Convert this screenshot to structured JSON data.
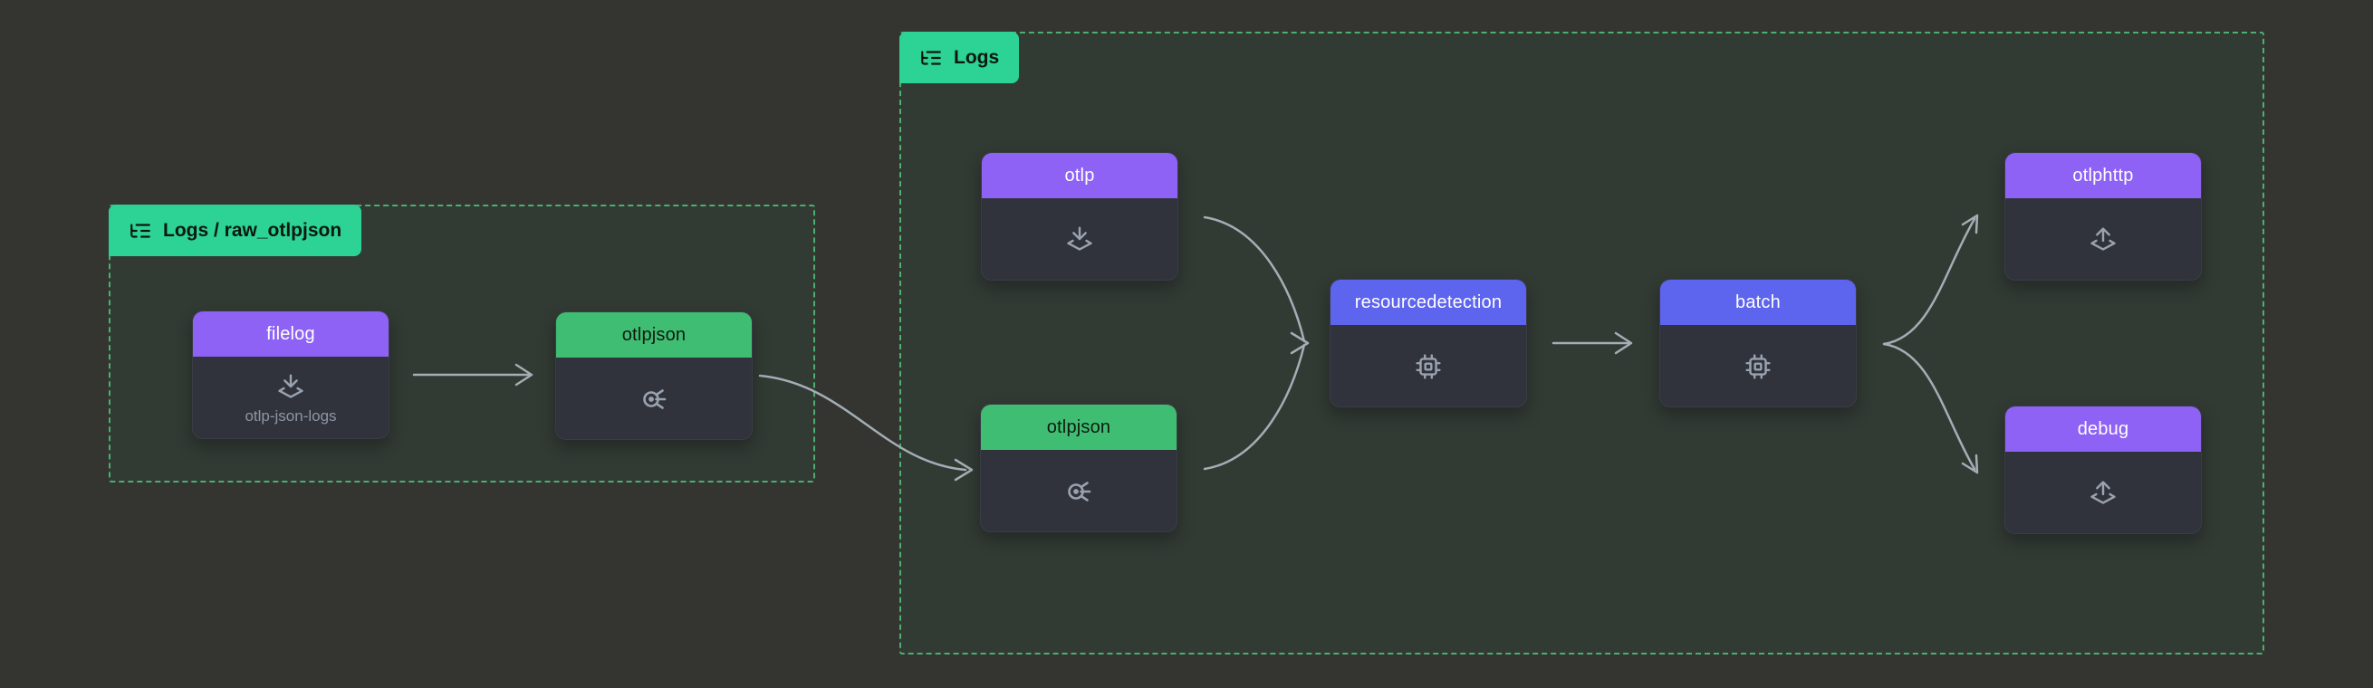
{
  "groups": [
    {
      "label": "Logs / raw_otlpjson"
    },
    {
      "label": "Logs"
    }
  ],
  "nodes": [
    {
      "title": "filelog",
      "subtitle": "otlp-json-logs",
      "type": "receiver"
    },
    {
      "title": "otlpjson",
      "type": "connector"
    },
    {
      "title": "otlp",
      "type": "receiver"
    },
    {
      "title": "otlpjson",
      "type": "connector"
    },
    {
      "title": "resourcedetection",
      "type": "processor"
    },
    {
      "title": "batch",
      "type": "processor"
    },
    {
      "title": "otlphttp",
      "type": "exporter"
    },
    {
      "title": "debug",
      "type": "exporter"
    }
  ],
  "edges": [
    {
      "from": "filelog (Logs / raw_otlpjson)",
      "to": "otlpjson (Logs / raw_otlpjson)"
    },
    {
      "from": "otlpjson (Logs / raw_otlpjson)",
      "to": "otlpjson (Logs)"
    },
    {
      "from": "otlp (Logs)",
      "to": "resourcedetection (Logs)"
    },
    {
      "from": "otlpjson (Logs)",
      "to": "resourcedetection (Logs)"
    },
    {
      "from": "resourcedetection (Logs)",
      "to": "batch (Logs)"
    },
    {
      "from": "batch (Logs)",
      "to": "otlphttp (Logs)"
    },
    {
      "from": "batch (Logs)",
      "to": "debug (Logs)"
    }
  ],
  "colors": {
    "canvas_bg": "#343531",
    "group_bg": "#323a34",
    "group_border": "#4caf70",
    "badge_bg": "#2dd394",
    "receiver_header": "#8e62f4",
    "exporter_header": "#8e62f4",
    "processor_header": "#5d64ee",
    "connector_header": "#3fbe73",
    "node_body": "#30333c",
    "edge_stroke": "#a3aeb5",
    "subtitle_text": "#8d95a3"
  }
}
